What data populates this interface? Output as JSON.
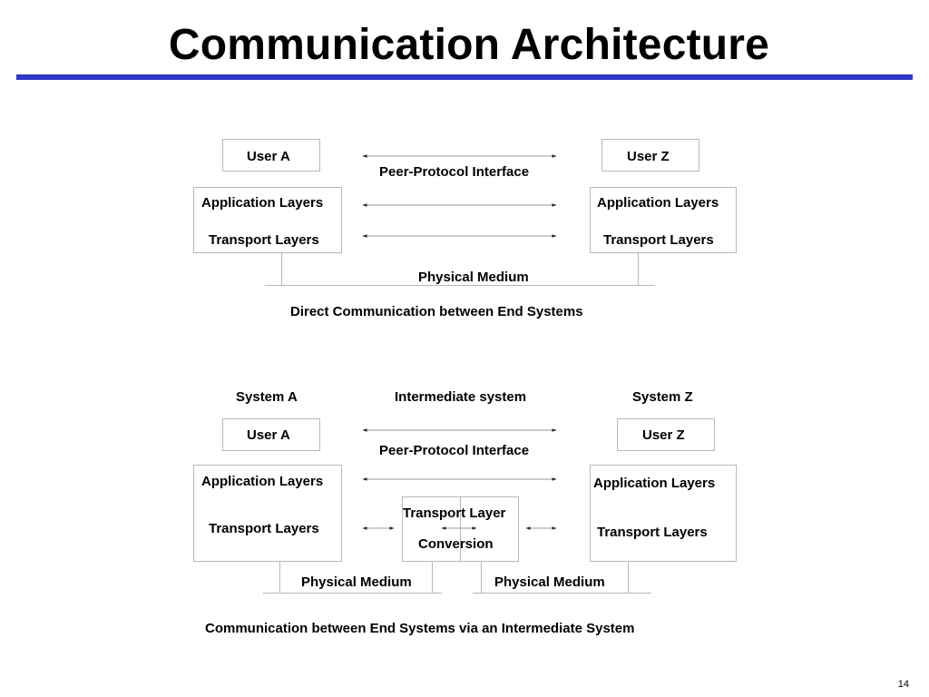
{
  "slide": {
    "title": "Communication Architecture",
    "title_bar_color": "#2e36c6",
    "page_number": "14"
  },
  "top_diagram": {
    "user_a": "User A",
    "user_z": "User Z",
    "peer_protocol": "Peer-Protocol Interface",
    "app_layers_left": "Application Layers",
    "app_layers_right": "Application Layers",
    "transport_left": "Transport Layers",
    "transport_right": "Transport Layers",
    "physical_medium": "Physical Medium",
    "caption": "Direct Communication between End Systems"
  },
  "bottom_diagram": {
    "system_a": "System A",
    "intermediate_system": "Intermediate system",
    "system_z": "System Z",
    "user_a": "User A",
    "user_z": "User Z",
    "peer_protocol": "Peer-Protocol Interface",
    "app_layers_left": "Application Layers",
    "app_layers_right": "Application Layers",
    "transport_left": "Transport Layers",
    "transport_right": "Transport Layers",
    "conversion_line1": "Transport Layer",
    "conversion_line2": "Conversion",
    "physical_medium_left": "Physical Medium",
    "physical_medium_right": "Physical Medium",
    "caption": "Communication between End Systems via an Intermediate System"
  }
}
